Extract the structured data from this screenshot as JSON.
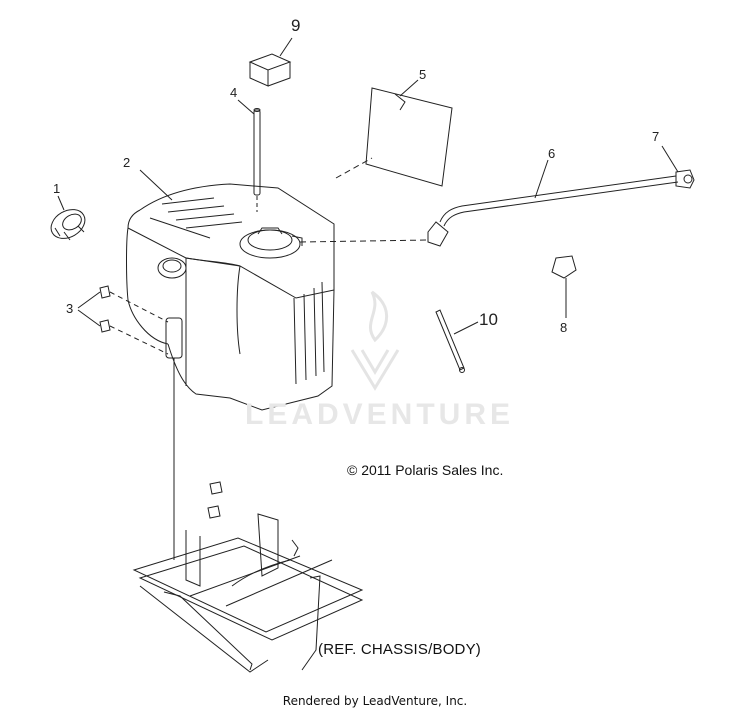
{
  "callouts": {
    "c1": "1",
    "c2": "2",
    "c3": "3",
    "c4": "4",
    "c5": "5",
    "c6": "6",
    "c7": "7",
    "c8": "8",
    "c9": "9",
    "c10": "10"
  },
  "copyright": "© 2011 Polaris Sales Inc.",
  "reference_note": "(REF. CHASSIS/BODY)",
  "footer": "Rendered by LeadVenture, Inc.",
  "watermark": "LEADVENTURE",
  "colors": {
    "line": "#222222",
    "watermark": "#e7e7e7"
  }
}
